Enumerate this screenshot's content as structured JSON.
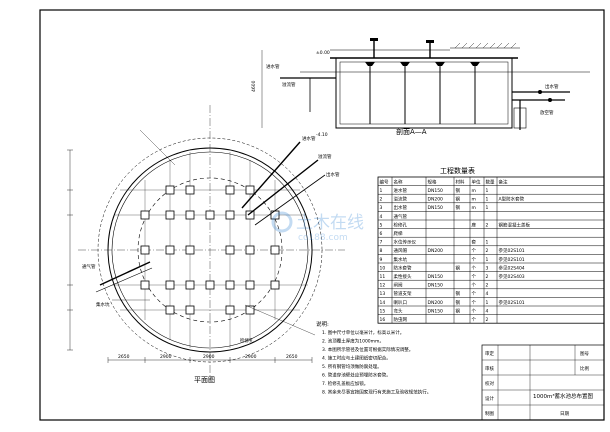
{
  "drawing": {
    "section_title": "剖面A—A",
    "plan_title": "平面图",
    "table_title": "工程数量表",
    "sheet_title": "1000m³蓄水池总布置图",
    "watermark": "土木在线",
    "watermark_url": "co188.com",
    "section_labels": {
      "inlet": "进水管",
      "overflow": "溢流管",
      "outlet": "出水管",
      "drain": "放空管",
      "level_top": "±0.00",
      "level_bottom": "-4.10"
    },
    "plan_dims": [
      "2650",
      "2900",
      "2900",
      "2900",
      "2650"
    ],
    "plan_leaders": [
      "进水管",
      "溢流管",
      "出水管",
      "通气管",
      "检修孔",
      "集水坑"
    ],
    "table_headers": [
      "编号",
      "名称",
      "规格",
      "材料",
      "单位",
      "数量",
      "备注"
    ],
    "table_rows": [
      [
        "1",
        "进水管",
        "DN150",
        "钢",
        "m",
        "1",
        ""
      ],
      [
        "2",
        "溢流管",
        "DN200",
        "钢",
        "m",
        "1",
        "A型防水套管"
      ],
      [
        "3",
        "出水管",
        "DN150",
        "钢",
        "m",
        "1",
        ""
      ],
      [
        "4",
        "通气管",
        "",
        "",
        "",
        "",
        ""
      ],
      [
        "5",
        "检修孔",
        "",
        "",
        "座",
        "2",
        "钢筋混凝土盖板"
      ],
      [
        "6",
        "爬梯",
        "",
        "",
        "",
        "",
        ""
      ],
      [
        "7",
        "水位传示仪",
        "",
        "",
        "套",
        "1",
        ""
      ],
      [
        "8",
        "通风帽",
        "DN200",
        "",
        "个",
        "2",
        "参见02S101"
      ],
      [
        "9",
        "集水坑",
        "",
        "",
        "个",
        "1",
        "参见02S101"
      ],
      [
        "10",
        "防水套管",
        "",
        "钢",
        "个",
        "3",
        "参见02S404"
      ],
      [
        "11",
        "柔性接头",
        "DN150",
        "",
        "个",
        "2",
        "参见02S403"
      ],
      [
        "12",
        "闸阀",
        "DN150",
        "",
        "个",
        "2",
        ""
      ],
      [
        "13",
        "管道支架",
        "",
        "钢",
        "个",
        "4",
        ""
      ],
      [
        "14",
        "喇叭口",
        "DN200",
        "钢",
        "个",
        "1",
        "参见02S101"
      ],
      [
        "15",
        "弯头",
        "DN150",
        "钢",
        "个",
        "4",
        ""
      ],
      [
        "16",
        "防虫网",
        "",
        "",
        "个",
        "2",
        ""
      ]
    ],
    "notes_title": "说明:",
    "notes": [
      "1. 图中尺寸单位以毫米计，标高以米计。",
      "2. 池顶覆土厚度为1000mm。",
      "3. 本图所示管径及位置可根据实际情况调整。",
      "4. 施工时应与土建图纸密切配合。",
      "5. 所有钢管均须做防腐处理。",
      "6. 管道穿池壁处应预埋防水套管。",
      "7. 检修孔盖板应加锁。",
      "8. 其余未尽事宜按国家现行有关施工及验收规范执行。"
    ],
    "title_block": {
      "rows": [
        "审定",
        "审核",
        "校对",
        "设计",
        "制图"
      ],
      "project_label": "图号",
      "scale_label": "比例",
      "date_label": "日期"
    }
  }
}
